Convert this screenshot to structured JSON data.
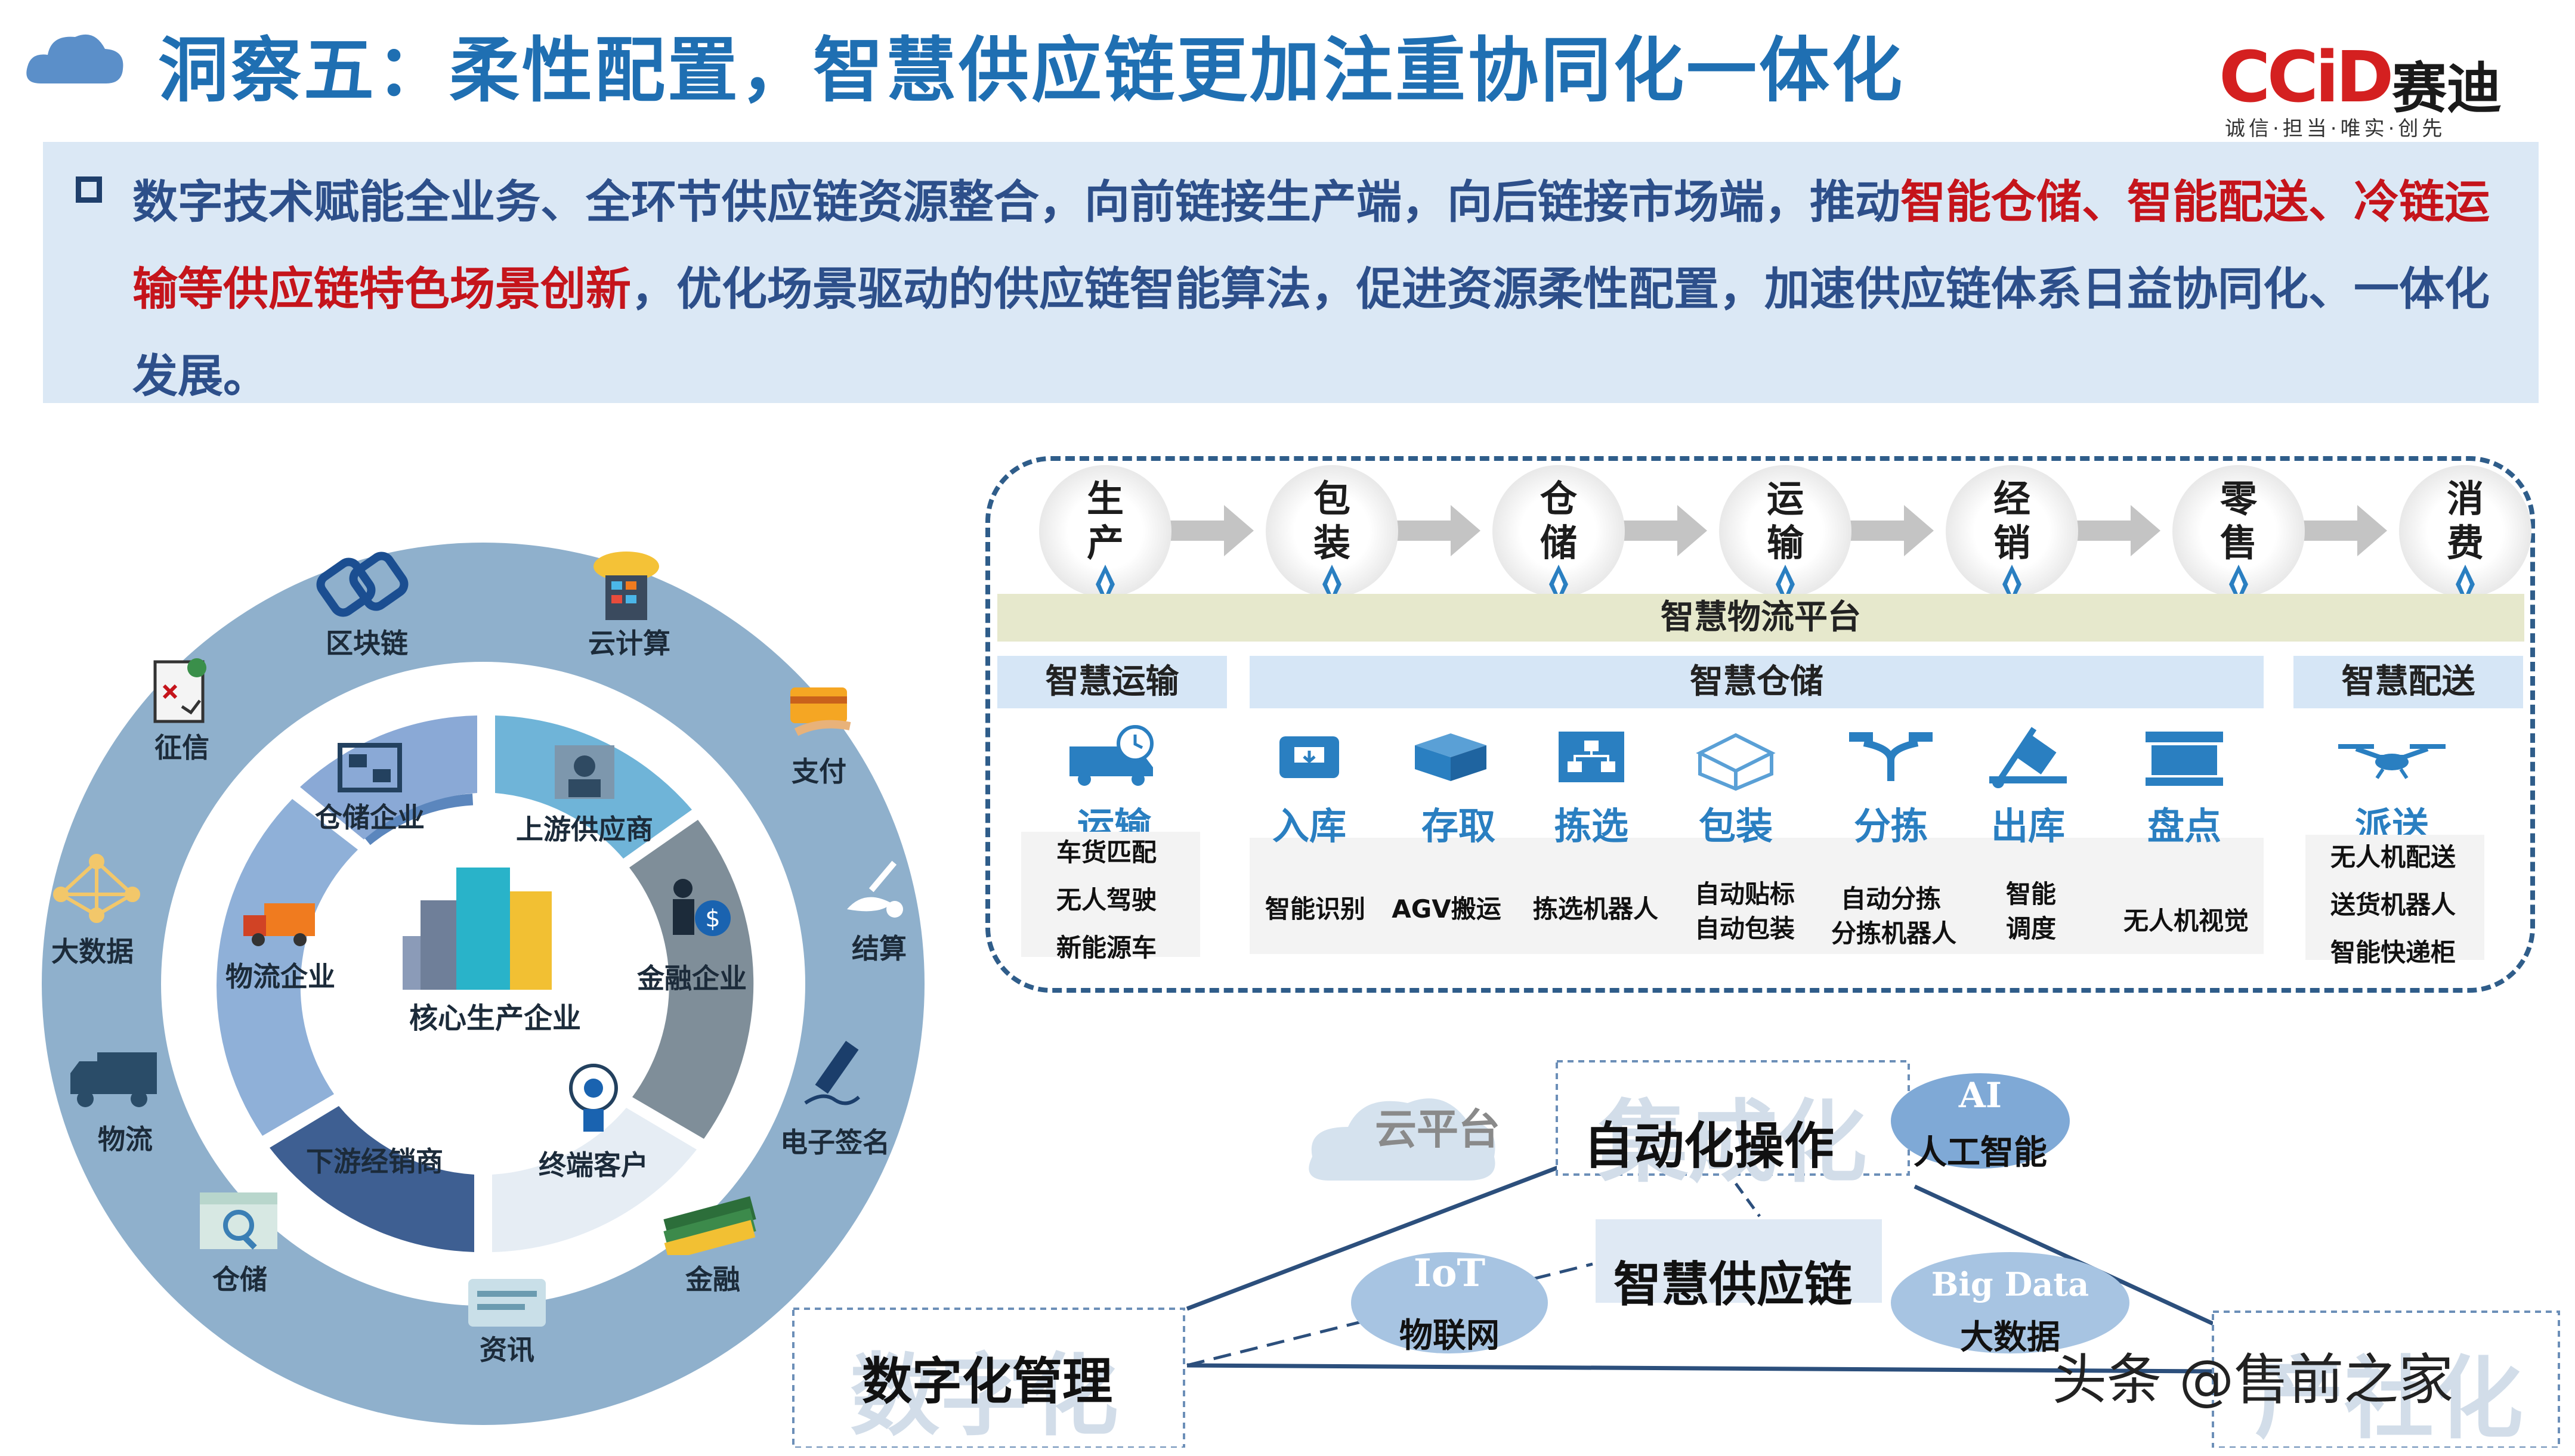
{
  "header": {
    "title": "洞察五：柔性配置，智慧供应链更加注重协同化一体化",
    "logo_main": "CCiD",
    "logo_cn": "赛迪",
    "logo_sub": "诚信·担当·唯实·创先"
  },
  "summary": {
    "part1": "数字技术赋能全业务、全环节供应链资源整合，向前链接生产端，向后链接市场端，推动",
    "highlight1": "智能仓储、",
    "highlight2": "智能配送、冷链运输等供应链特色场景创新",
    "part2": "，优化场景驱动的供应链智能算法，促进资源柔性配置，加速供应链体系日益协同化、一体化发展。"
  },
  "ring": {
    "center": "核心生产企业",
    "inner": [
      "仓储企业",
      "上游供应商",
      "金融企业",
      "终端客户",
      "下游经销商",
      "物流企业"
    ],
    "outer": [
      "区块链",
      "云计算",
      "支付",
      "结算",
      "电子签名",
      "金融",
      "资讯",
      "仓储",
      "物流",
      "大数据",
      "征信"
    ]
  },
  "flow": {
    "stages": [
      "生产",
      "包装",
      "仓储",
      "运输",
      "经销",
      "零售",
      "消费"
    ],
    "platform": "智慧物流平台",
    "sections": [
      "智慧运输",
      "智慧仓储",
      "智慧配送"
    ],
    "transport": {
      "label": "运输",
      "subs": [
        "车货匹配",
        "无人驾驶",
        "新能源车"
      ]
    },
    "storage": [
      {
        "label": "入库",
        "sub": "智能识别"
      },
      {
        "label": "存取",
        "sub": "AGV搬运"
      },
      {
        "label": "拣选",
        "sub": "拣选机器人"
      },
      {
        "label": "包装",
        "sub1": "自动贴标",
        "sub2": "自动包装"
      },
      {
        "label": "分拣",
        "sub1": "自动分拣",
        "sub2": "分拣机器人"
      },
      {
        "label": "出库",
        "sub1": "智能",
        "sub2": "调度"
      },
      {
        "label": "盘点",
        "sub": "无人机视觉"
      }
    ],
    "delivery": {
      "label": "派送",
      "subs": [
        "无人机配送",
        "送货机器人",
        "智能快递柜"
      ]
    }
  },
  "bottom": {
    "cloud": "云平台",
    "top_box": "自动化操作",
    "top_box_ghost": "集成化",
    "ai_en": "AI",
    "ai_cn": "人工智能",
    "center": "智慧供应链",
    "iot_en": "IoT",
    "iot_cn": "物联网",
    "bigdata_en": "Big Data",
    "bigdata_cn": "大数据",
    "left_box": "数字化管理",
    "left_box_ghost": "数字化",
    "right_box_ghost": "产社化"
  },
  "watermark": "头条 @售前之家",
  "colors": {
    "title_blue": "#1f6fb2",
    "logo_red": "#d42020",
    "highlight_red": "#c5141b",
    "ring_outer": "#8fb0cc",
    "accent_blue": "#2a7fc1"
  }
}
